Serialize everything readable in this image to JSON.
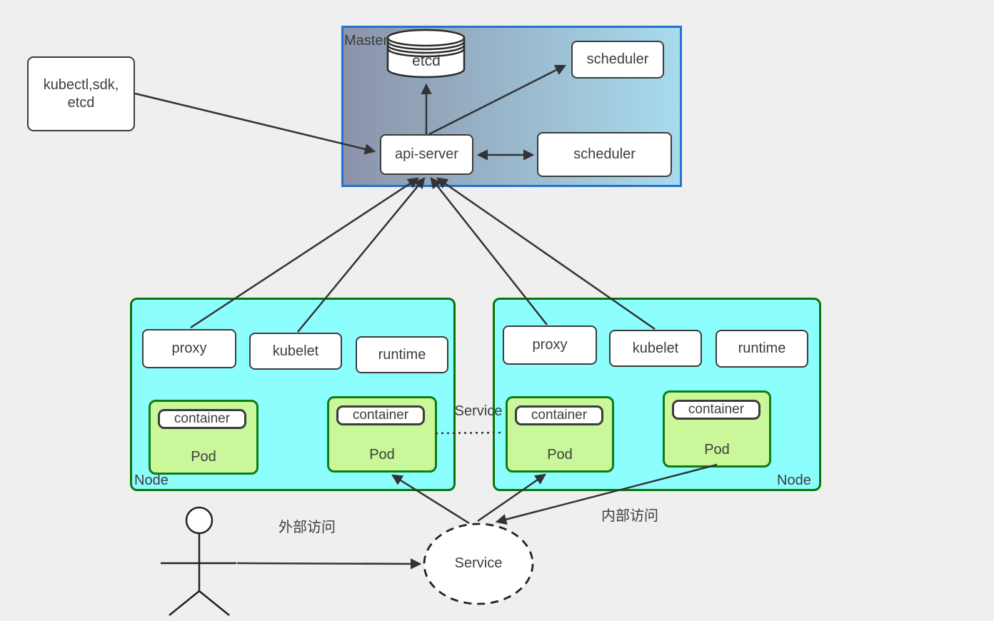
{
  "client": {
    "label": "kubectl,sdk,\netcd"
  },
  "master": {
    "label": "Master",
    "etcd_label": "etcd",
    "scheduler_top_label": "scheduler",
    "scheduler_bottom_label": "scheduler",
    "api_server_label": "api-server"
  },
  "nodes": [
    {
      "label": "Node",
      "proxy_label": "proxy",
      "kubelet_label": "kubelet",
      "runtime_label": "runtime",
      "pods": [
        {
          "container_label": "container",
          "pod_label": "Pod"
        },
        {
          "container_label": "container",
          "pod_label": "Pod"
        }
      ]
    },
    {
      "label": "Node",
      "proxy_label": "proxy",
      "kubelet_label": "kubelet",
      "runtime_label": "runtime",
      "pods": [
        {
          "container_label": "container",
          "pod_label": "Pod"
        },
        {
          "container_label": "container",
          "pod_label": "Pod"
        }
      ]
    }
  ],
  "service": {
    "link_label": "Service",
    "ellipse_label": "Service"
  },
  "annotations": {
    "external_access": "外部访问",
    "internal_access": "内部访问"
  },
  "colors": {
    "background": "#efefef",
    "master_border": "#2273cf",
    "master_grad_left": "#8b93a9",
    "master_grad_right": "#a8dbee",
    "node_fill": "#8dfefe",
    "node_border": "#097509",
    "pod_fill": "#c9f79a",
    "pod_border": "#0e7d16",
    "arrow": "#333333"
  }
}
